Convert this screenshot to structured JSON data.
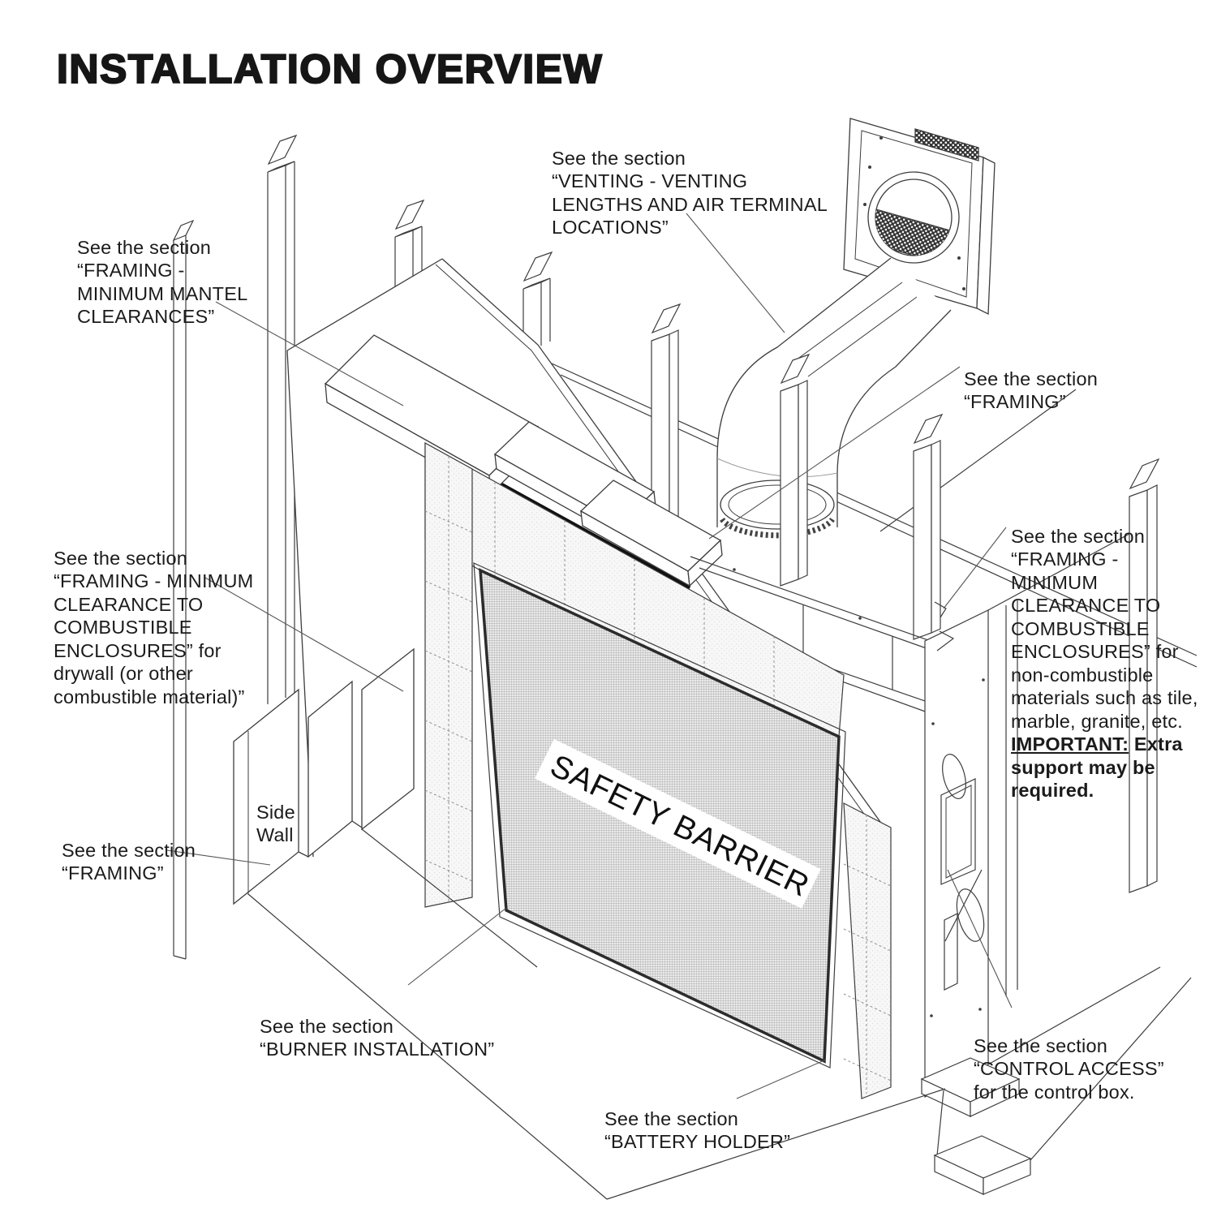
{
  "title": "INSTALLATION OVERVIEW",
  "diagram": {
    "safety_barrier": "SAFETY BARRIER",
    "side_wall": "Side\nWall"
  },
  "callouts": {
    "venting": {
      "text": "See the section\n“VENTING - VENTING\nLENGTHS AND AIR TERMINAL\nLOCATIONS”"
    },
    "mantel_clearances": {
      "text": "See the section\n“FRAMING -\nMINIMUM MANTEL\nCLEARANCES”"
    },
    "framing_upper_right": {
      "text": "See the section\n“FRAMING”"
    },
    "clearance_drywall": {
      "text": "See the section\n“FRAMING - MINIMUM\nCLEARANCE TO\nCOMBUSTIBLE\nENCLOSURES” for\ndrywall (or other\ncombustible material)”"
    },
    "clearance_noncombustible": {
      "text": "See the section\n“FRAMING - MINIMUM\nCLEARANCE TO\nCOMBUSTIBLE\nENCLOSURES” for\nnon-combustible\nmaterials such as tile,\nmarble, granite, etc.",
      "important_label": "IMPORTANT:",
      "important_text": " Extra support may be required."
    },
    "framing_side_wall": {
      "text": "See the section\n“FRAMING”"
    },
    "burner": {
      "text": "See the section\n“BURNER INSTALLATION”"
    },
    "battery": {
      "text": "See the section\n“BATTERY HOLDER”"
    },
    "control_access": {
      "text": "See the section\n“CONTROL ACCESS”\nfor the control box."
    }
  }
}
